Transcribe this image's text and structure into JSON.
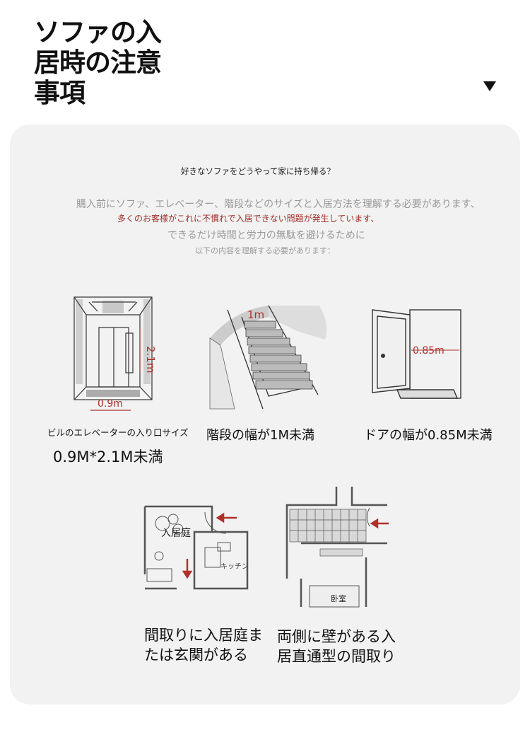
{
  "header": {
    "title_line1": "ソファの入",
    "title_line2": "居時の注意",
    "title_line3": "事項"
  },
  "intro": {
    "question": "好きなソファをどうやって家に持ち帰る？",
    "line1": "購入前にソファ、エレベーター、階段などのサイズと入居方法を理解する必要があります、",
    "line2": "多くのお客様がこれに不慣れで入居できない問題が発生しています、",
    "line3": "できるだけ時間と労力の無駄を避けるために",
    "line4": "以下の内容を理解する必要があります："
  },
  "elevator": {
    "height_label": "2.1m",
    "width_label": "0.9m",
    "caption": "ビルのエレベーターの入り口サイズ",
    "size": "0.9M*2.1M未満"
  },
  "stairs": {
    "width_label": "1m",
    "caption": "階段の幅が1M未満"
  },
  "door": {
    "width_label": "0.85m",
    "caption": "ドアの幅が0.85M未満"
  },
  "floorplan1": {
    "room_label": "入居庭",
    "kitchen_label": "キッチン",
    "caption_line1": "間取りに入居庭ま",
    "caption_line2": "たは玄関がある"
  },
  "floorplan2": {
    "room_label": "卧室",
    "caption_line1": "両側に壁がある入",
    "caption_line2": "居直通型の間取り"
  },
  "colors": {
    "accent_red": "#b0302a",
    "card_bg": "#f2f2f2"
  }
}
